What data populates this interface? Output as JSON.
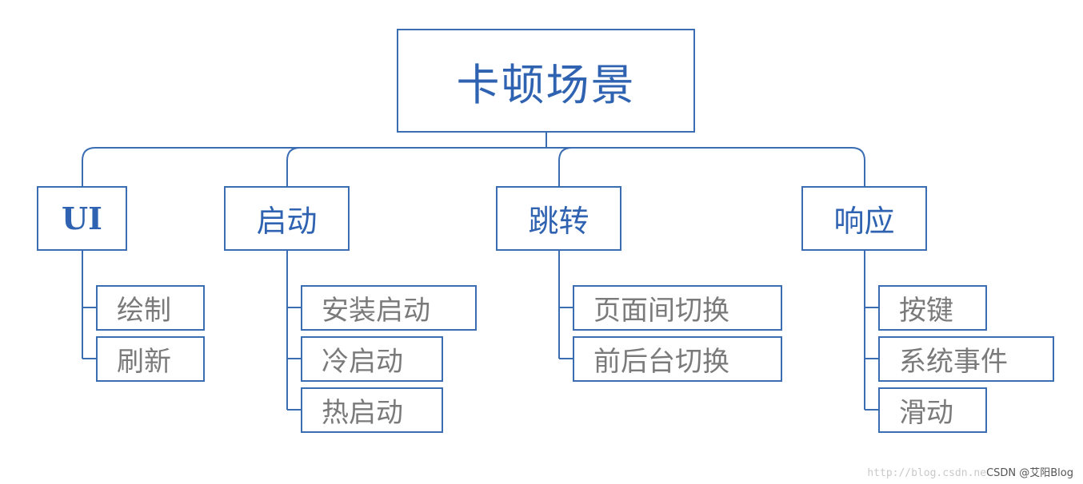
{
  "root": {
    "label": "卡顿场景"
  },
  "categories": [
    {
      "label": "UI",
      "items": [
        "绘制",
        "刷新"
      ]
    },
    {
      "label": "启动",
      "items": [
        "安装启动",
        "冷启动",
        "热启动"
      ]
    },
    {
      "label": "跳转",
      "items": [
        "页面间切换",
        "前后台切换"
      ]
    },
    {
      "label": "响应",
      "items": [
        "按键",
        "系统事件",
        "滑动"
      ]
    }
  ],
  "watermark": {
    "url": "http://blog.csdn.ne",
    "csdn": "CSDN @艾阳Blog"
  },
  "colors": {
    "line": "#3b6db3",
    "accent_text": "#2f63b1",
    "leaf_text": "#7a7a7a"
  }
}
